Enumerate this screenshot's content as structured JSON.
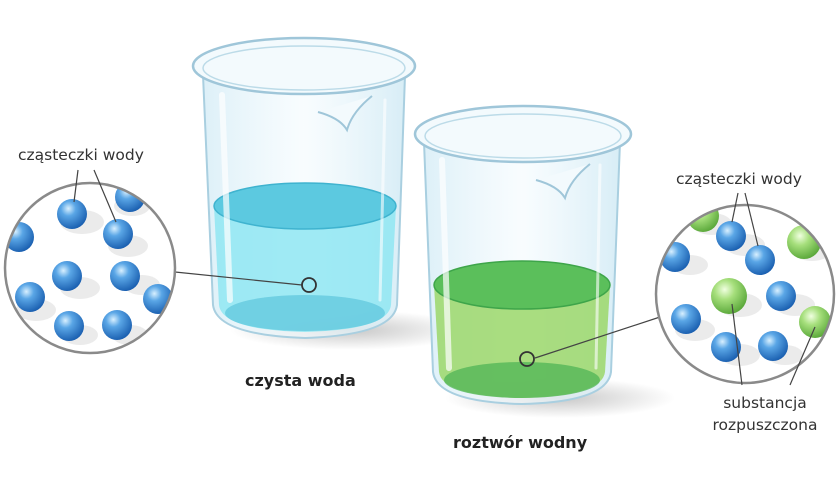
{
  "labels": {
    "water_molecules_left": "cząsteczki wody",
    "water_molecules_right": "cząsteczki wody",
    "pure_water": "czysta woda",
    "aqueous_solution": "roztwór wodny",
    "solute_line1": "substancja",
    "solute_line2": "rozpuszczona"
  },
  "colors": {
    "water_liquid": "#7fe0ee",
    "solution_liquid": "#86cf62",
    "water_molecule": "#2d7fd0",
    "solute_molecule": "#8fd167",
    "beaker_glass": "#e7f5fb",
    "beaker_outline": "#9fc6d9"
  }
}
